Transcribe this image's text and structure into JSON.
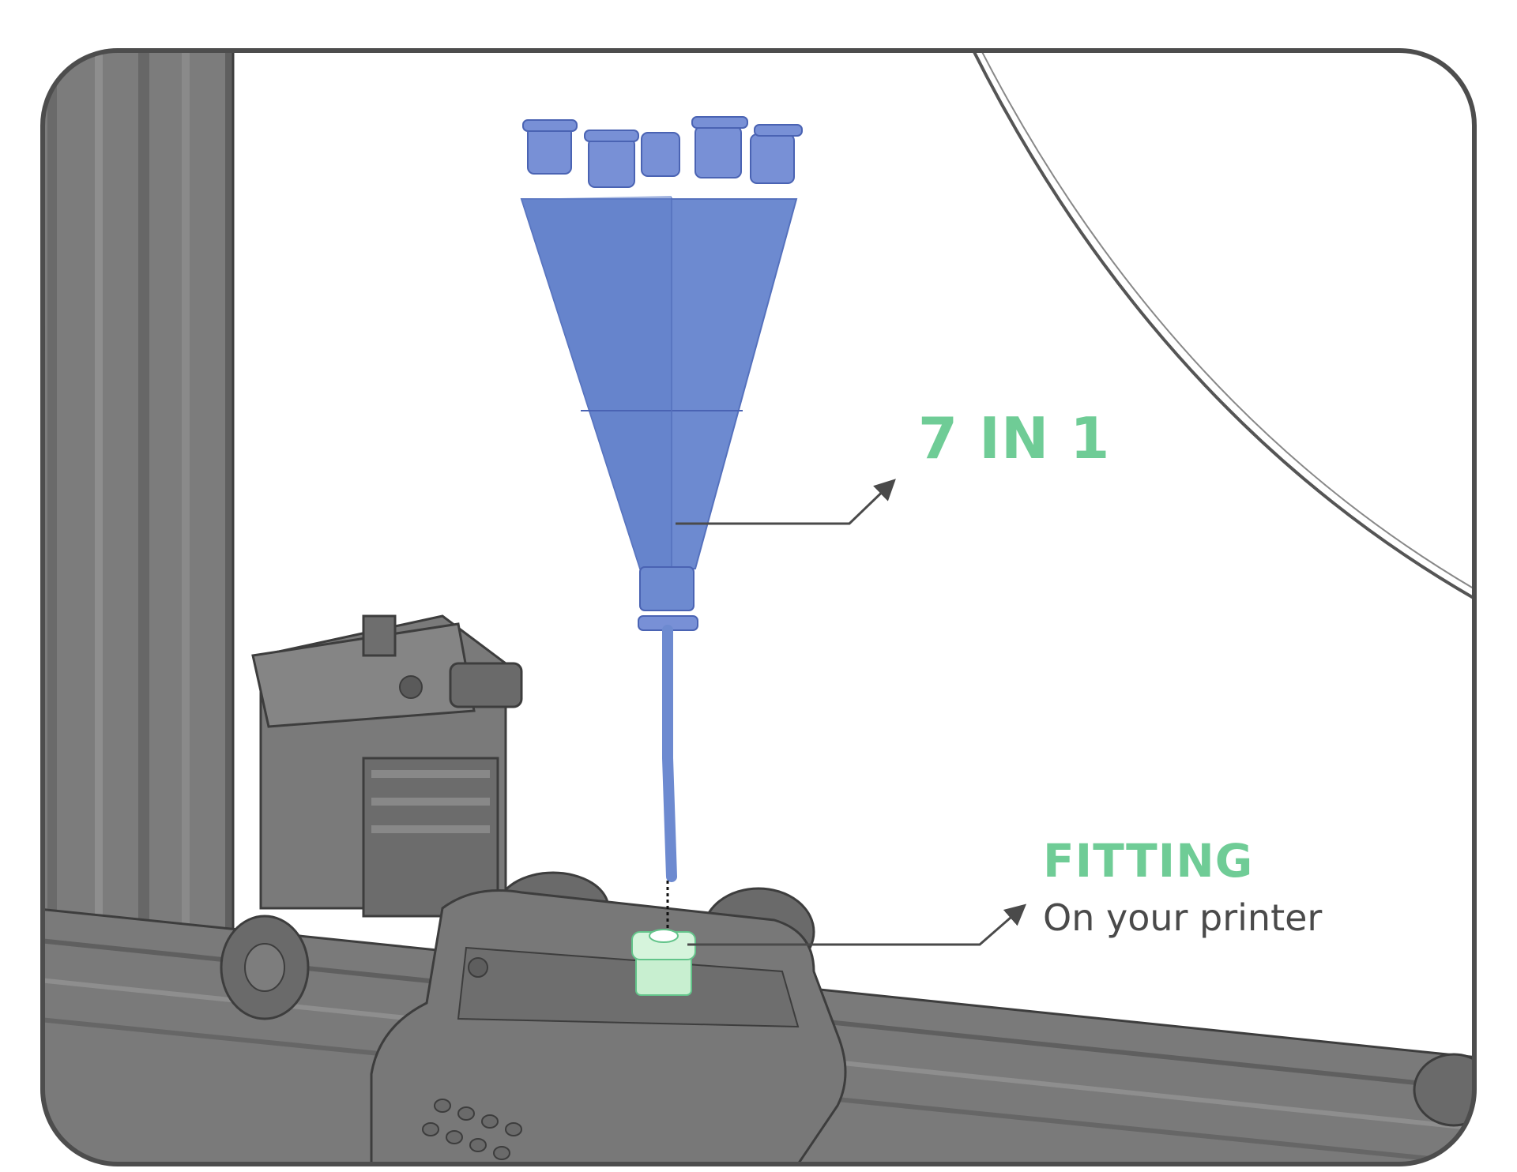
{
  "labels": {
    "adapter": {
      "title": "7 IN 1"
    },
    "fitting": {
      "title": "FITTING",
      "subtitle": "On your printer"
    }
  },
  "colors": {
    "frame_border": "#4d4d4d",
    "background": "#ffffff",
    "printer_body": "#787878",
    "printer_dark": "#5e5e5e",
    "printer_line": "#3d3d3d",
    "adapter_blue": "#6d8ad0",
    "adapter_blue_dark": "#5571bd",
    "fitting_green": "#c8efd0",
    "fitting_green_stroke": "#63c48a",
    "label_green": "#6fcc96",
    "label_gray": "#4a4a4a",
    "arrow": "#4a4a4a"
  }
}
